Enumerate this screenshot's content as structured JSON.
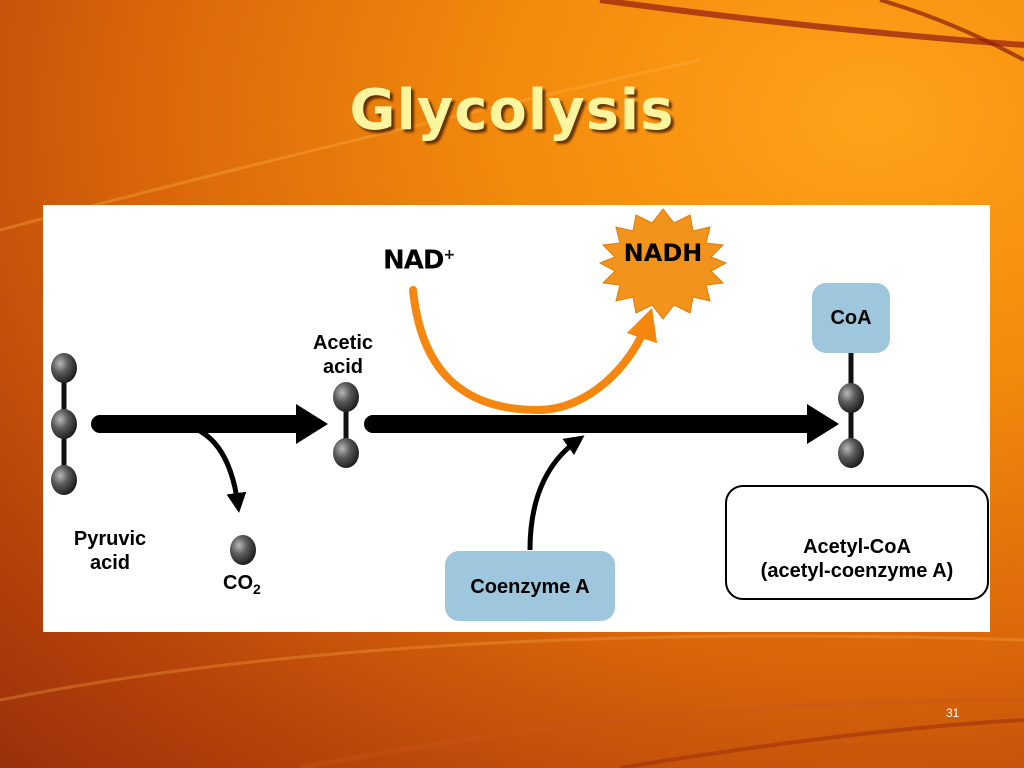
{
  "slide": {
    "title": "Glycolysis",
    "page_number": "31"
  },
  "diagram": {
    "pyruvic_acid": "Pyruvic\nacid",
    "acetic_acid": "Acetic\nacid",
    "co2_main": "CO",
    "co2_sub": "2",
    "nad_main": "NAD",
    "nad_sup": "+",
    "nadh": "NADH",
    "coenzyme_a": "Coenzyme A",
    "coa": "CoA",
    "acetyl_coa_line1": "Acetyl-CoA",
    "acetyl_coa_line2": "(acetyl-coenzyme A)"
  },
  "colors": {
    "background_orange": "#f28a0c",
    "title_yellow": "#fbf5a0",
    "nad_arrow_orange": "#f5870f",
    "nadh_burst_orange": "#f2931b",
    "box_blue": "#9ec7de"
  }
}
